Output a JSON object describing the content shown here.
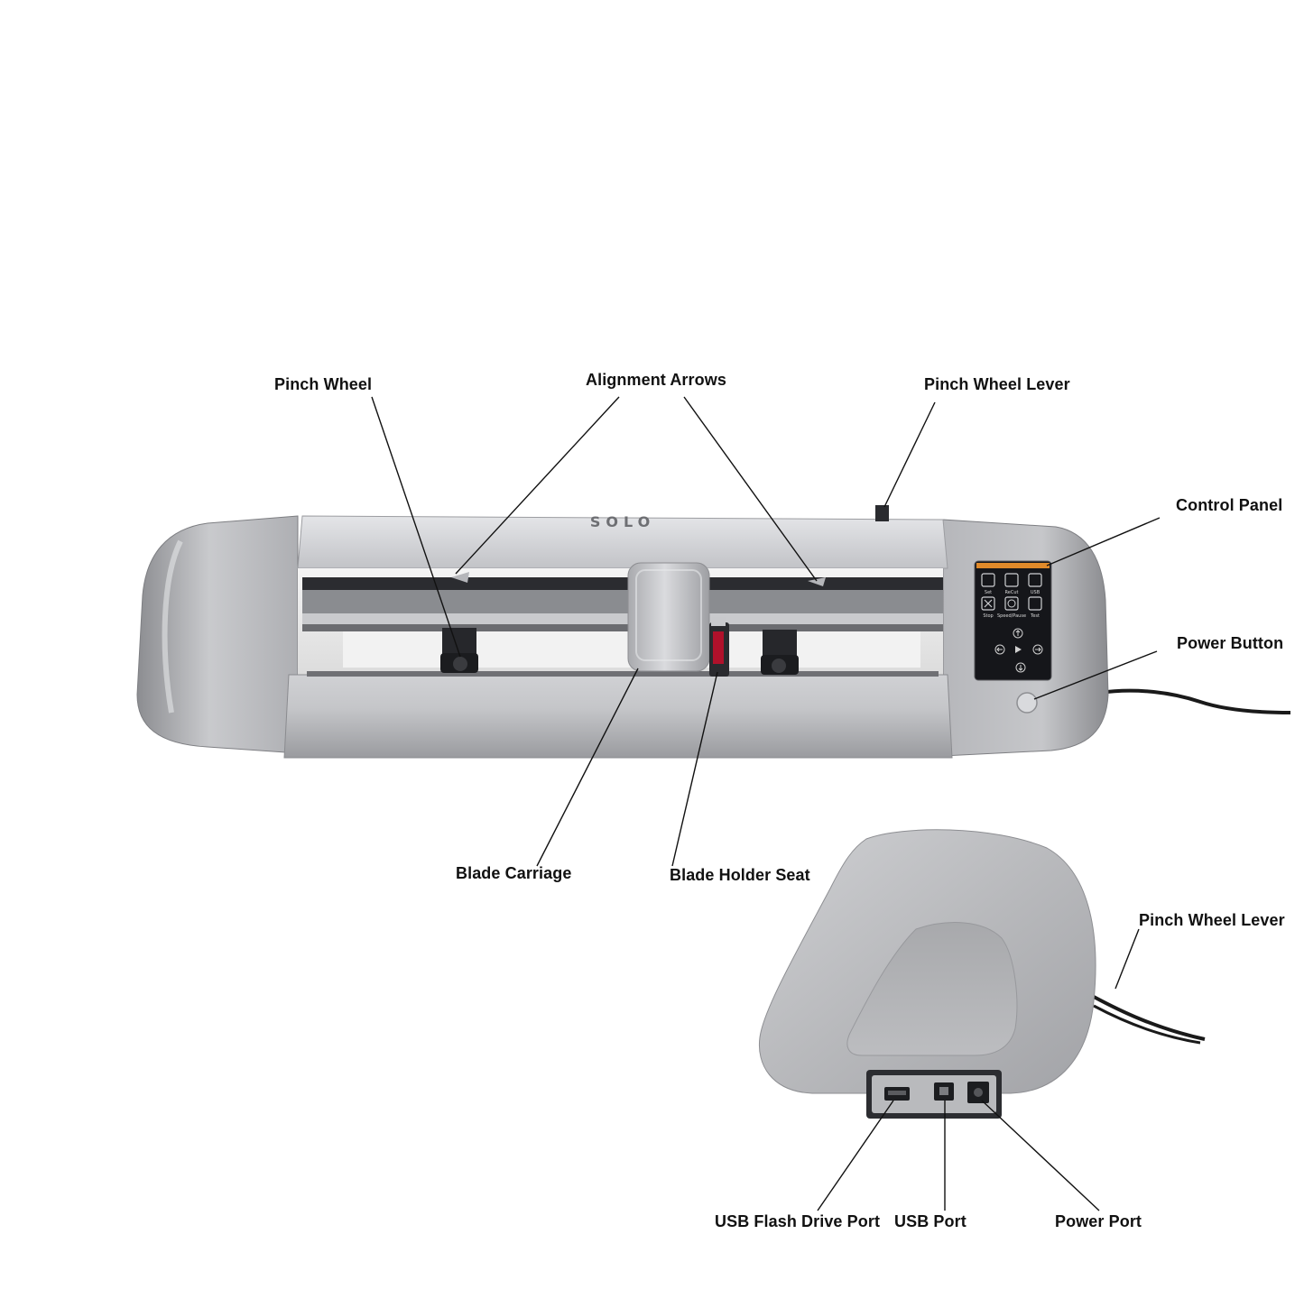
{
  "brand": {
    "logo_text": "SOLO"
  },
  "control_panel": {
    "row1": [
      "Set",
      "ReCut",
      "USB"
    ],
    "row2": [
      "Stop",
      "Speed/Pause",
      "Test"
    ]
  },
  "labels": {
    "pinch_wheel": "Pinch Wheel",
    "alignment_arrows": "Alignment Arrows",
    "pinch_wheel_lever": "Pinch Wheel Lever",
    "control_panel": "Control Panel",
    "power_button": "Power Button",
    "blade_carriage": "Blade Carriage",
    "blade_holder_seat": "Blade Holder Seat",
    "pinch_wheel_lever_side": "Pinch Wheel Lever",
    "usb_flash_drive_port": "USB Flash Drive Port",
    "usb_port": "USB Port",
    "power_port": "Power Port"
  }
}
